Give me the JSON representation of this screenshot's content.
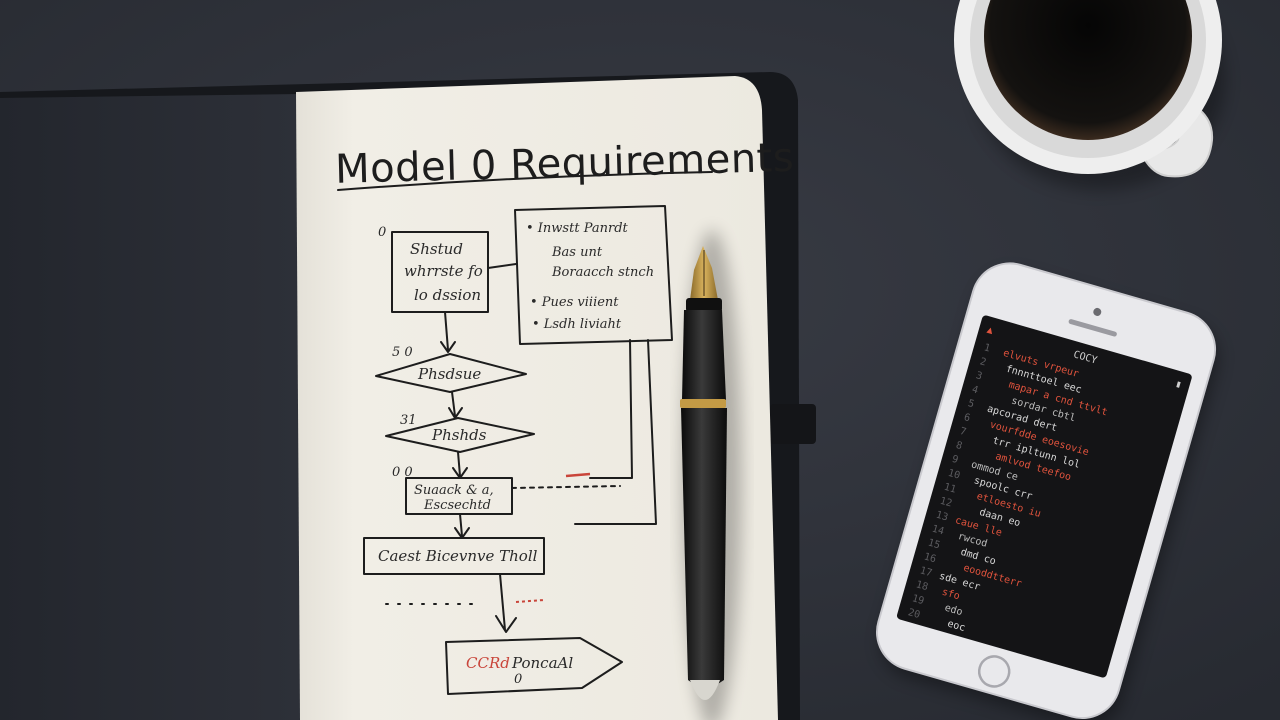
{
  "notebook": {
    "title": "Model 0 Requirements",
    "flowchart": {
      "start_box": [
        "Shstud",
        "whrrste fo",
        "lo dssion"
      ],
      "decision_1": "Phsdsue",
      "decision_2": "Phshds",
      "process_box": [
        "Suaack & a,",
        "Escsechtd"
      ],
      "wide_box": "Caest Bicevnve Tholl",
      "final_box": {
        "red_part": "CCRd",
        "black_part": "PoncaAl"
      },
      "note_box": [
        "• Inwstt Panrdt",
        "Bas unt",
        "Boraacch stnch",
        "• Pues viiient",
        "• Lsdh liviaht"
      ],
      "margin_marks": [
        "0",
        "5 0",
        "31",
        "0 0",
        "0"
      ]
    }
  },
  "phone": {
    "status_label": "COCY",
    "code_lines": [
      "elvuts vrpeur",
      "fnnnttoel eec",
      "mapar a cnd ttvlt",
      "sordar cbtl",
      "apcorad dert",
      "vourfdde eoesovie",
      "trr ipltunn lol",
      "amlvod teefoo",
      "ommod ce",
      "spoolc crr",
      "etloesto iu",
      "daan eo",
      "caue lle",
      "rwcod",
      "dmd co",
      "eooddtterr",
      "sde ecr",
      "sfo",
      "edo",
      "eoc"
    ]
  },
  "colors": {
    "desk": "#2f323a",
    "page": "#efece4",
    "ink": "#1d1d1d",
    "accent_red": "#c9453a",
    "pen_gold": "#c39a45"
  }
}
